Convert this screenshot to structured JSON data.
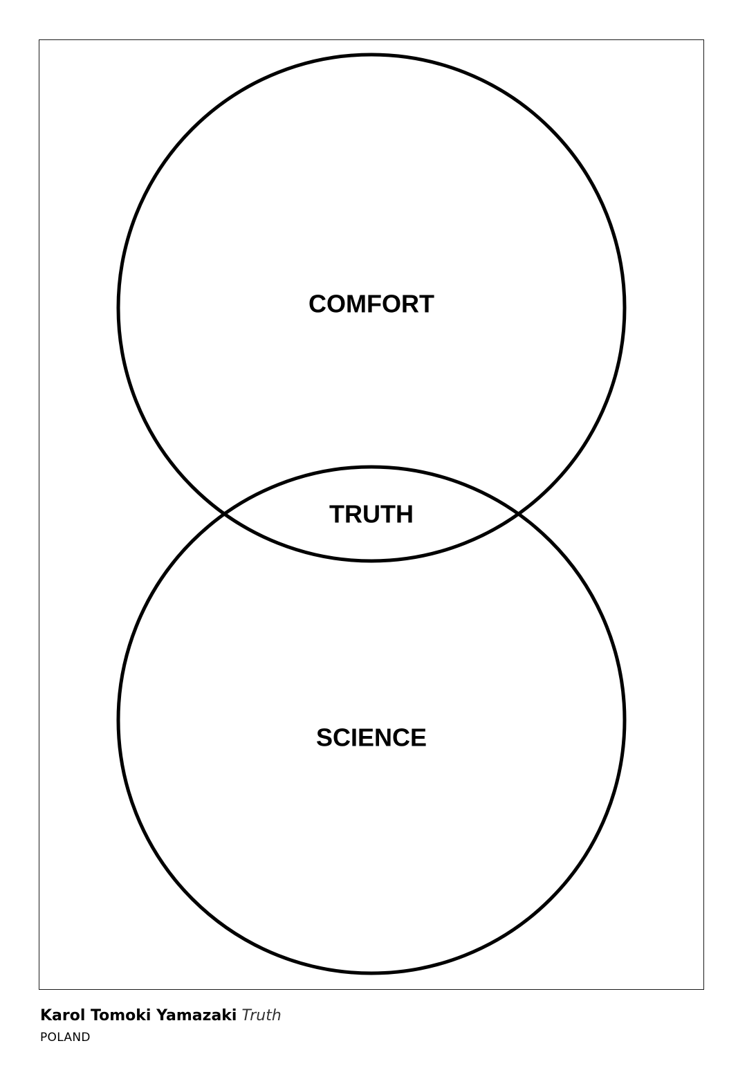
{
  "diagram": {
    "circles": [
      {
        "id": "comfort",
        "label": "COMFORT"
      },
      {
        "id": "science",
        "label": "SCIENCE"
      }
    ],
    "intersection_label": "TRUTH",
    "stroke_color": "#000000",
    "background_color": "#ffffff"
  },
  "caption": {
    "artist": "Karol Tomoki Yamazaki",
    "title": "Truth",
    "country": "POLAND"
  }
}
